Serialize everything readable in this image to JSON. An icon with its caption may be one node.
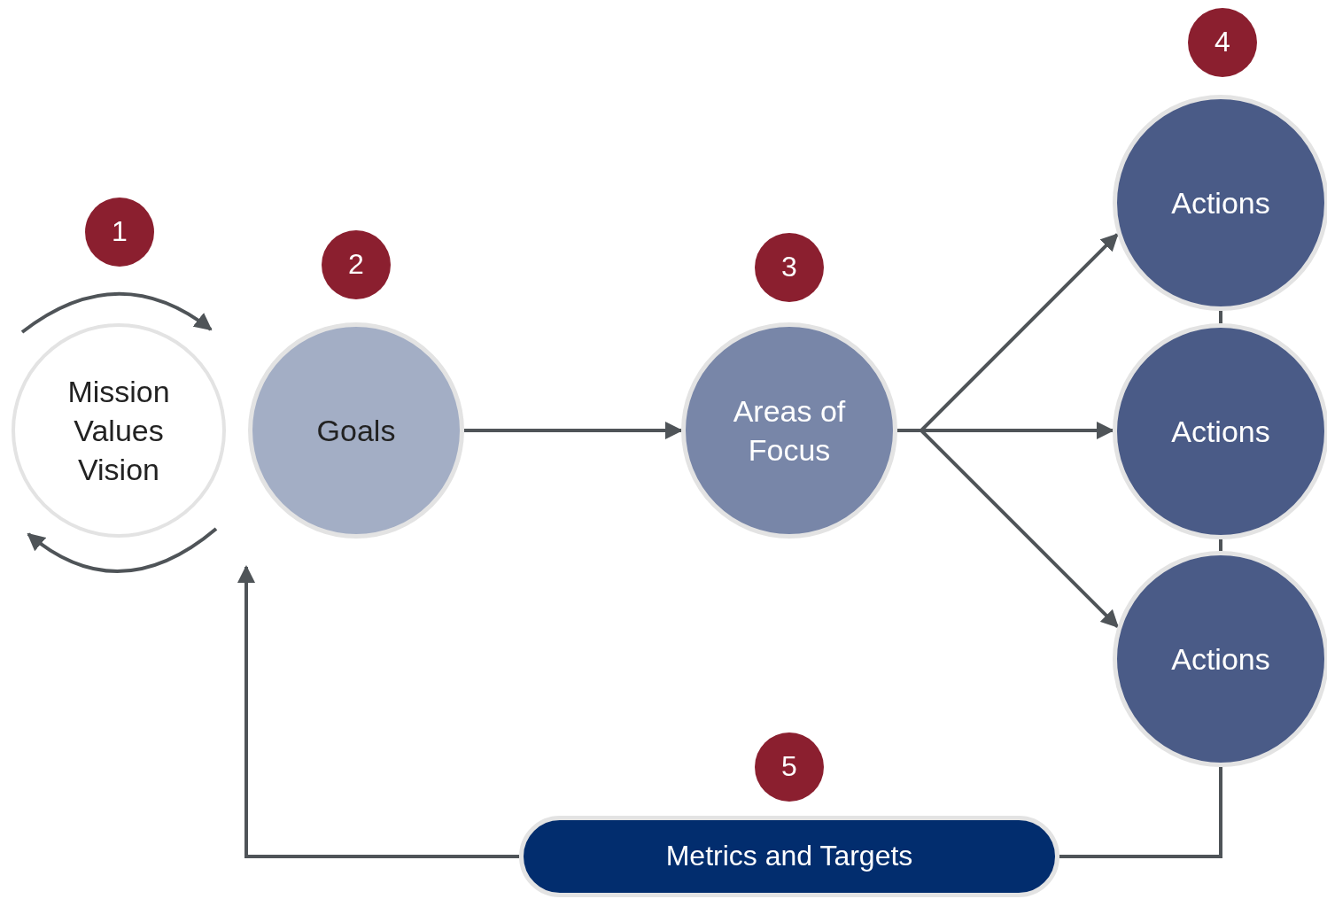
{
  "diagram": {
    "nodes": [
      {
        "text": [
          "1"
        ]
      },
      {
        "text": [
          "Mission Values Vision"
        ]
      },
      {
        "text": [
          "2"
        ]
      },
      {
        "text": [
          "Goals"
        ]
      },
      {
        "text": [
          "3"
        ]
      },
      {
        "text": [
          "Areas of Focus"
        ]
      },
      {
        "text": [
          "4"
        ]
      },
      {
        "text": [
          "Actions"
        ]
      },
      {
        "text": [
          "Actions"
        ]
      },
      {
        "text": [
          "Actions"
        ]
      },
      {
        "text": [
          "5"
        ]
      },
      {
        "text": [
          "Metrics and Targets"
        ]
      }
    ],
    "edges": [
      {
        "from": 3,
        "to": 5,
        "arrow": "to"
      },
      {
        "from": 5,
        "to": 7,
        "arrow": "to"
      },
      {
        "from": 5,
        "to": 8,
        "arrow": "to"
      },
      {
        "from": 5,
        "to": 9,
        "arrow": "to"
      },
      {
        "from": 7,
        "to": 8,
        "arrow": "none"
      },
      {
        "from": 8,
        "to": 9,
        "arrow": "none"
      },
      {
        "from": 9,
        "to": 11,
        "arrow": "none"
      },
      {
        "from": 11,
        "to": 3,
        "arrow": "to"
      }
    ]
  }
}
